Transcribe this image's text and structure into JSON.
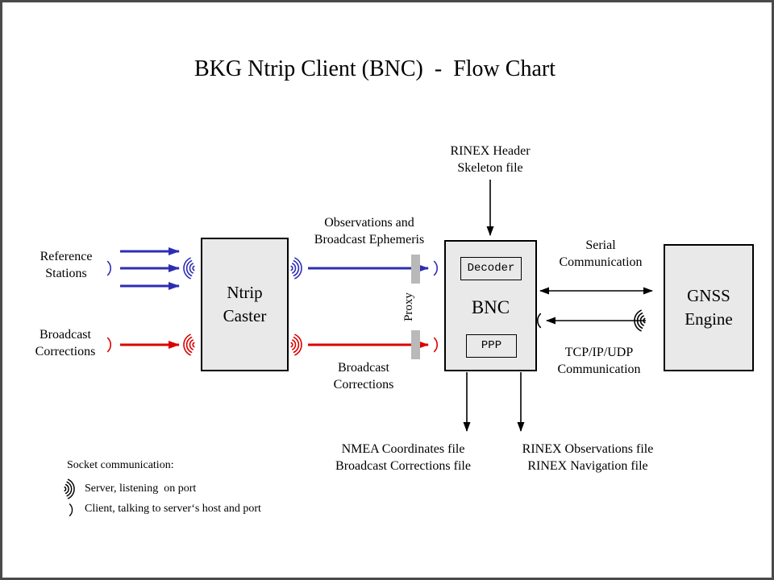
{
  "title": "BKG Ntrip Client (BNC)  -  Flow Chart",
  "boxes": {
    "ntrip_caster": "Ntrip\nCaster",
    "bnc": "BNC",
    "decoder": "Decoder",
    "ppp": "PPP",
    "gnss_engine": "GNSS\nEngine"
  },
  "labels": {
    "reference_stations": "Reference\nStations",
    "broadcast_corrections_input": "Broadcast\nCorrections",
    "observations_ephemeris": "Observations and\nBroadcast Ephemeris",
    "rinex_header_skeleton": "RINEX Header\nSkeleton file",
    "proxy": "Proxy",
    "serial_communication": "Serial\nCommunication",
    "tcp_ip_udp_communication": "TCP/IP/UDP\nCommunication",
    "broadcast_corrections_stream": "Broadcast\nCorrections",
    "nmea_output_files": "NMEA Coordinates file\nBroadcast Corrections file",
    "rinex_output_files": "RINEX Observations file\nRINEX Navigation file"
  },
  "legend": {
    "heading": "Socket communication:",
    "server_item": "Server, listening  on port",
    "client_item": "Client, talking to server‘s host and port"
  },
  "icons": {
    "server_socket": "sound-waves-listening-icon",
    "client_socket": "single-arc-talking-icon"
  },
  "colors": {
    "observation_stream_blue": "#2d2db4",
    "correction_stream_red": "#dc0000",
    "box_fill": "#e9e9e9",
    "proxy_bar_gray": "#b9b9b9",
    "outer_frame_gray": "#4a4a4a"
  }
}
